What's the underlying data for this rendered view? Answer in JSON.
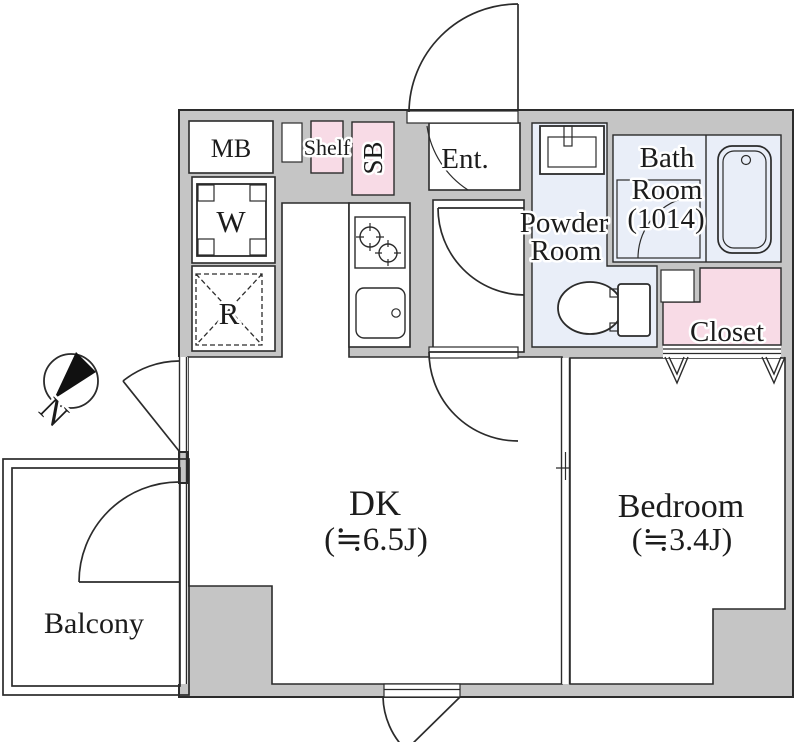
{
  "title": "Apartment floor plan",
  "colors": {
    "wall_fill": "#c5c5c5",
    "line": "#2b2b2b",
    "accent_pink": "#f8dbe6",
    "accent_blue": "#e9eef8",
    "background": "#ffffff"
  },
  "compass": {
    "north_label": "N"
  },
  "rooms": {
    "meter_box": {
      "label": "MB"
    },
    "shelf": {
      "label": "Shelf"
    },
    "shoe_box": {
      "label": "SB"
    },
    "washer": {
      "label": "W"
    },
    "refrigerator": {
      "label": "R"
    },
    "entrance": {
      "label": "Ent."
    },
    "powder_room": {
      "line1": "Powder",
      "line2": "Room"
    },
    "bath_room": {
      "line1": "Bath",
      "line2": "Room",
      "line3": "(1014)"
    },
    "closet": {
      "label": "Closet"
    },
    "dk": {
      "label": "DK",
      "size": "(≒6.5J)"
    },
    "bedroom": {
      "label": "Bedroom",
      "size": "(≒3.4J)"
    },
    "balcony": {
      "label": "Balcony"
    }
  }
}
